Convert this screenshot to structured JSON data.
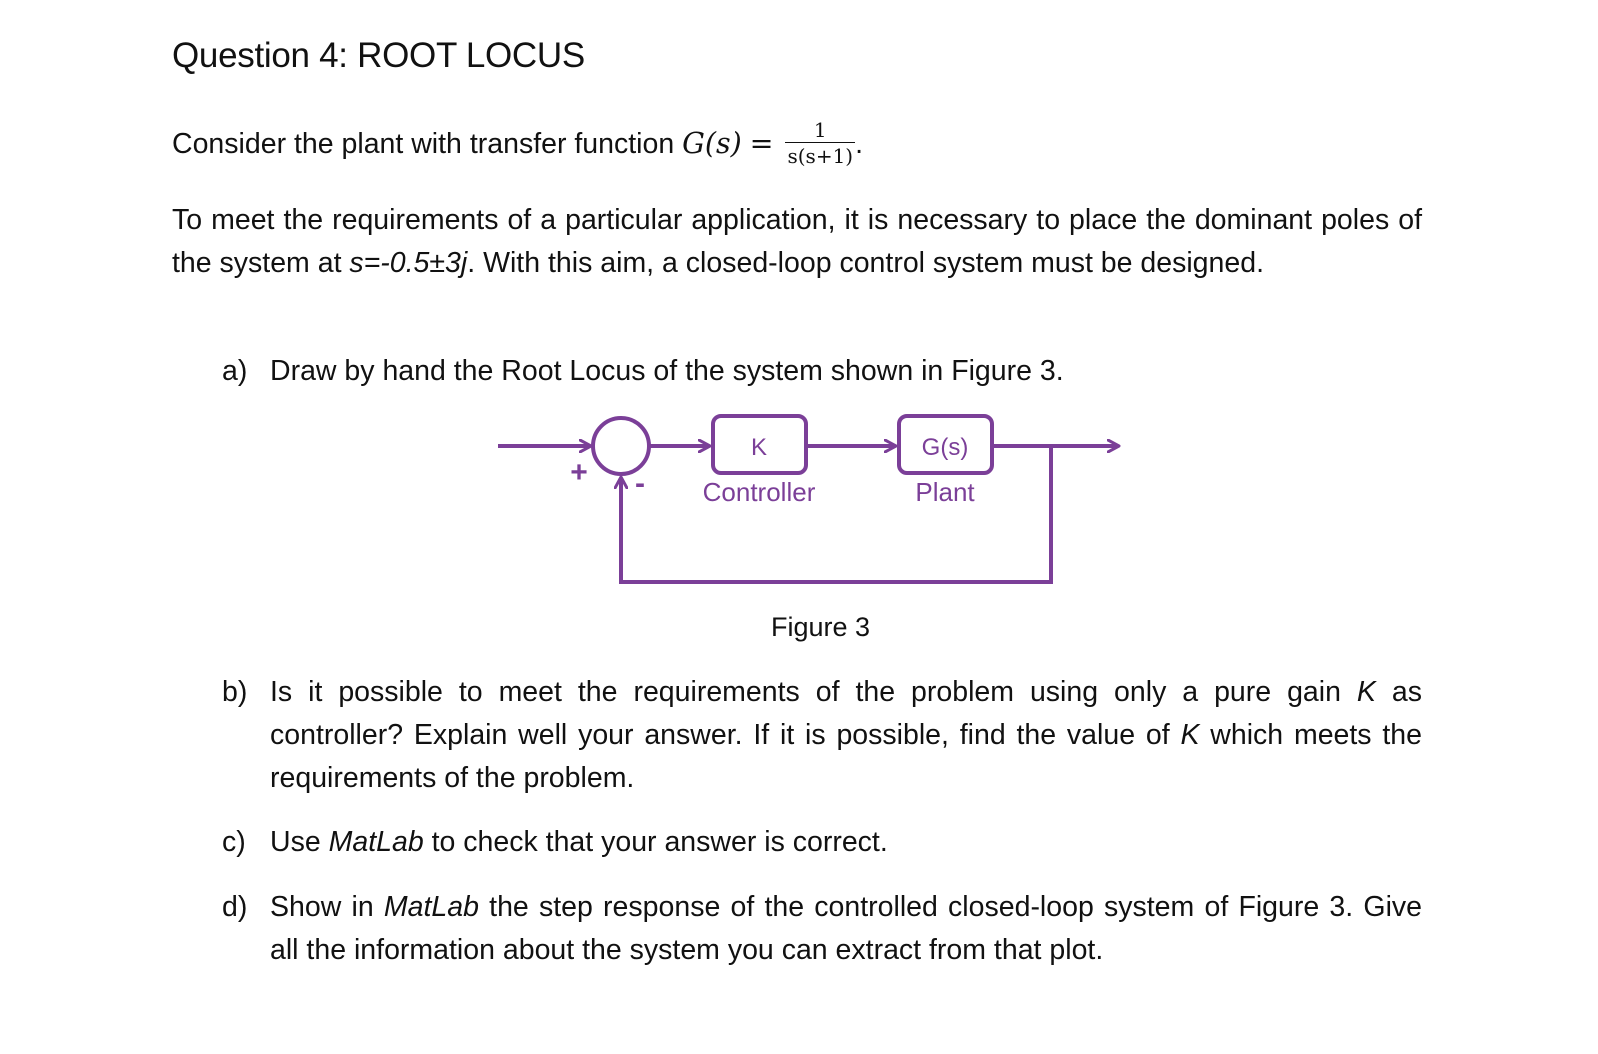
{
  "title": "Question 4: ROOT LOCUS",
  "intro": {
    "text": "Consider the plant with transfer function",
    "gs": "G(s)",
    "equals": "=",
    "frac_num": "1",
    "frac_den": "s(s+1)",
    "end": "."
  },
  "requirement": {
    "before": "To meet the requirements of a particular application, it is necessary to place the dominant poles of the system at ",
    "poles": "s=-0.5±3j",
    "after": ". With this aim, a closed-loop control system must be designed."
  },
  "items": {
    "a": {
      "label": "a)",
      "text": "Draw by hand the Root Locus of the system shown in Figure 3."
    },
    "b": {
      "label": "b)",
      "t1": "Is it possible to meet the requirements of the problem using only a pure gain ",
      "k1": "K",
      "t2": " as controller? Explain well your answer. If it is possible, find the value of ",
      "k2": "K",
      "t3": " which meets the requirements of the problem."
    },
    "c": {
      "label": "c)",
      "t1": "Use ",
      "matlab": "MatLab",
      "t2": " to check that your answer is correct."
    },
    "d": {
      "label": "d)",
      "t1": "Show in ",
      "matlab": "MatLab",
      "t2": " the step response of the controlled closed-loop system of Figure 3. Give all the information about the system you can extract from that plot."
    }
  },
  "diagram": {
    "color": "#7B3F98",
    "controller_symbol": "K",
    "controller_label": "Controller",
    "plant_symbol": "G(s)",
    "plant_label": "Plant",
    "plus_sign": "+",
    "minus_sign": "-"
  },
  "figure_caption": "Figure 3"
}
